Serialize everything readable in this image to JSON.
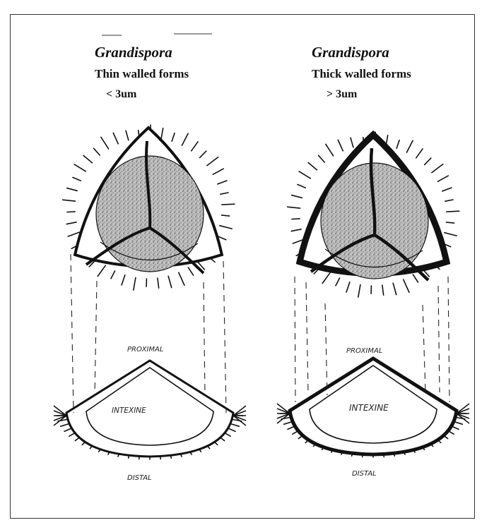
{
  "left": {
    "genus": "Grandispora",
    "description": "Thin walled forms",
    "threshold": "< 3um"
  },
  "right": {
    "genus": "Grandispora",
    "description": "Thick walled forms",
    "threshold": "> 3um"
  },
  "labels": {
    "proximal": "PROXIMAL",
    "intexine": "INTEXINE",
    "distal": "DISTAL"
  },
  "colors": {
    "ink": "#111111",
    "stipple": "#8a8a8a"
  }
}
